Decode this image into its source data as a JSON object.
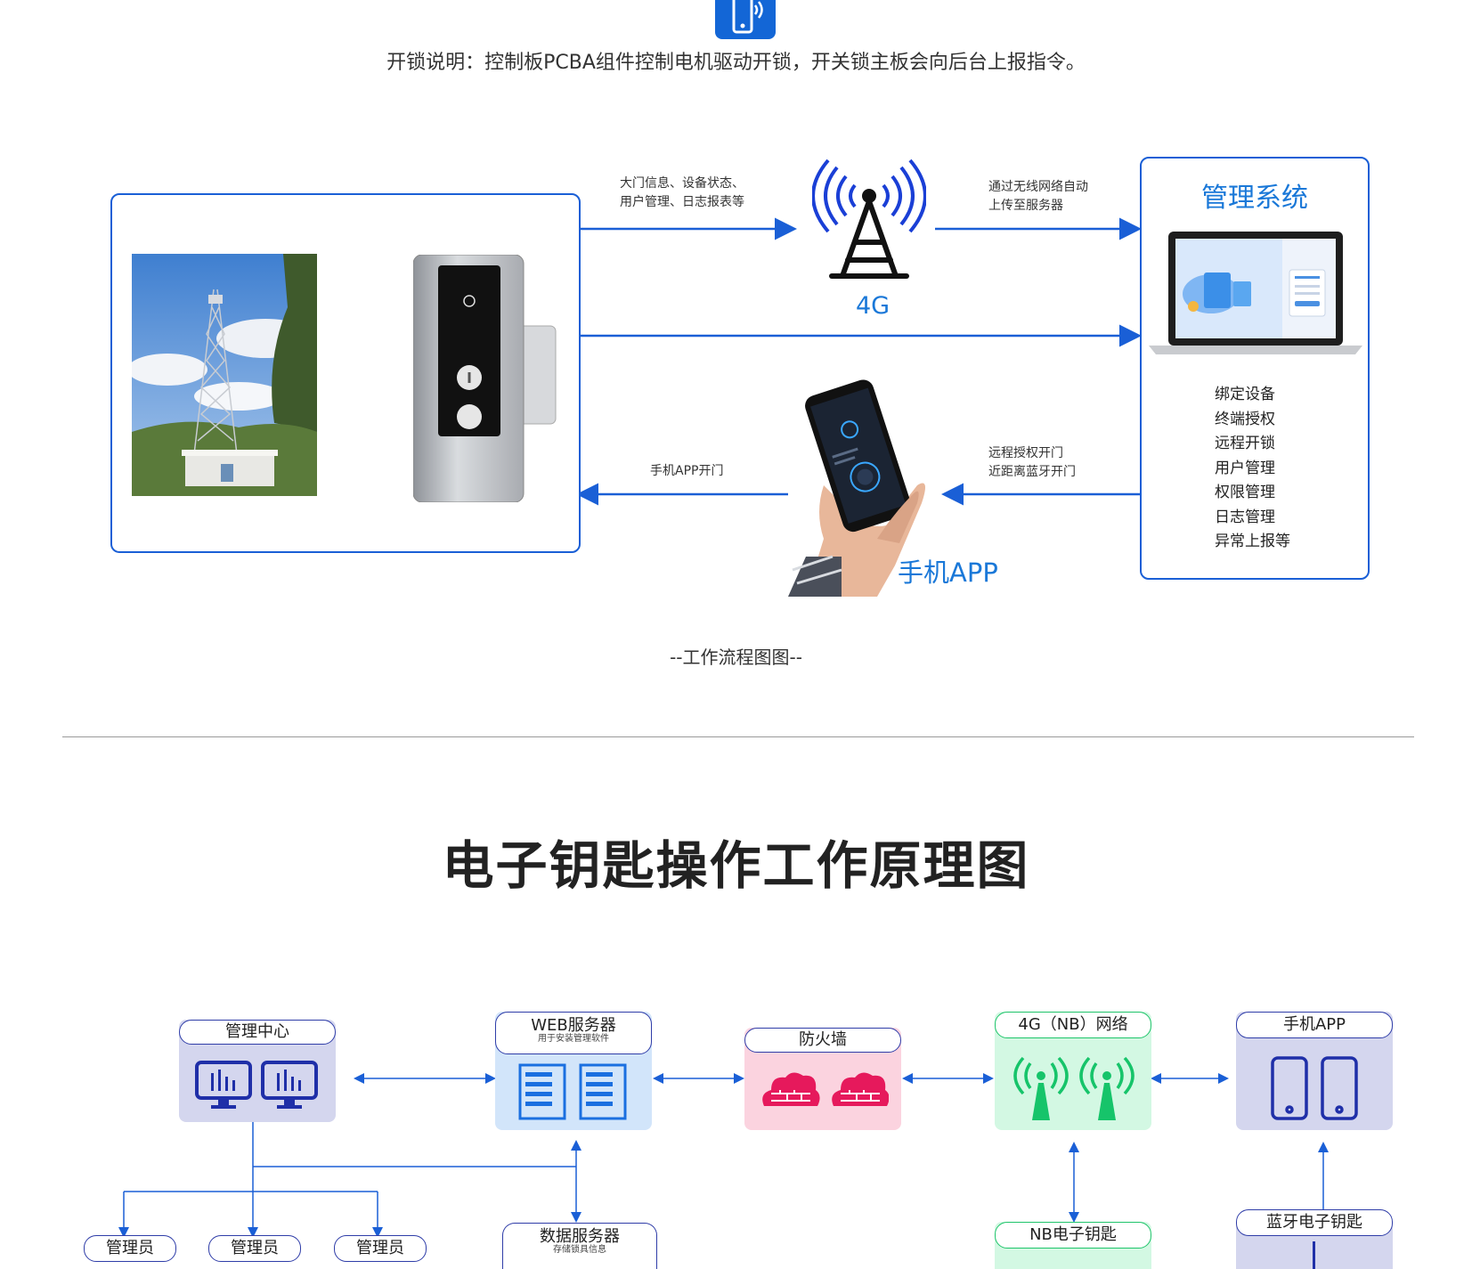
{
  "top": {
    "icon": "smartphone-signal-icon",
    "unlock_description": "开锁说明：控制板PCBA组件控制电机驱动开锁，开关锁主板会向后台上报指令。"
  },
  "flow": {
    "label_gate_info_line1": "大门信息、设备状态、",
    "label_gate_info_line2": "用户管理、日志报表等",
    "network_label": "4G",
    "label_upload_line1": "通过无线网络自动",
    "label_upload_line2": "上传至服务器",
    "system_title": "管理系统",
    "functions": [
      "绑定设备",
      "终端授权",
      "远程开锁",
      "用户管理",
      "权限管理",
      "日志管理",
      "异常上报等"
    ],
    "label_remote_line1": "远程授权开门",
    "label_remote_line2": "近距离蓝牙开门",
    "label_app_unlock": "手机APP开门",
    "phone_app_label": "手机APP",
    "caption": "--工作流程图图--"
  },
  "principle": {
    "title": "电子钥匙操作工作原理图",
    "nodes": {
      "management_center": "管理中心",
      "web_server": "WEB服务器",
      "web_server_sub": "用于安装管理软件",
      "firewall": "防火墙",
      "network": "4G（NB）网络",
      "phone_app": "手机APP",
      "admin": "管理员",
      "data_server": "数据服务器",
      "data_server_sub": "存储锁具信息",
      "nb_key": "NB电子钥匙",
      "bt_key": "蓝牙电子钥匙"
    },
    "colors": {
      "management_center": "#d4d6ee",
      "web_server": "#d2e5fa",
      "firewall": "#fbd3df",
      "network": "#d3f8e3",
      "phone_app": "#d4d6ee"
    }
  },
  "colors": {
    "accent_blue": "#1a5fd6",
    "label_blue": "#1a78d8",
    "node_border": "#2f3da8"
  }
}
